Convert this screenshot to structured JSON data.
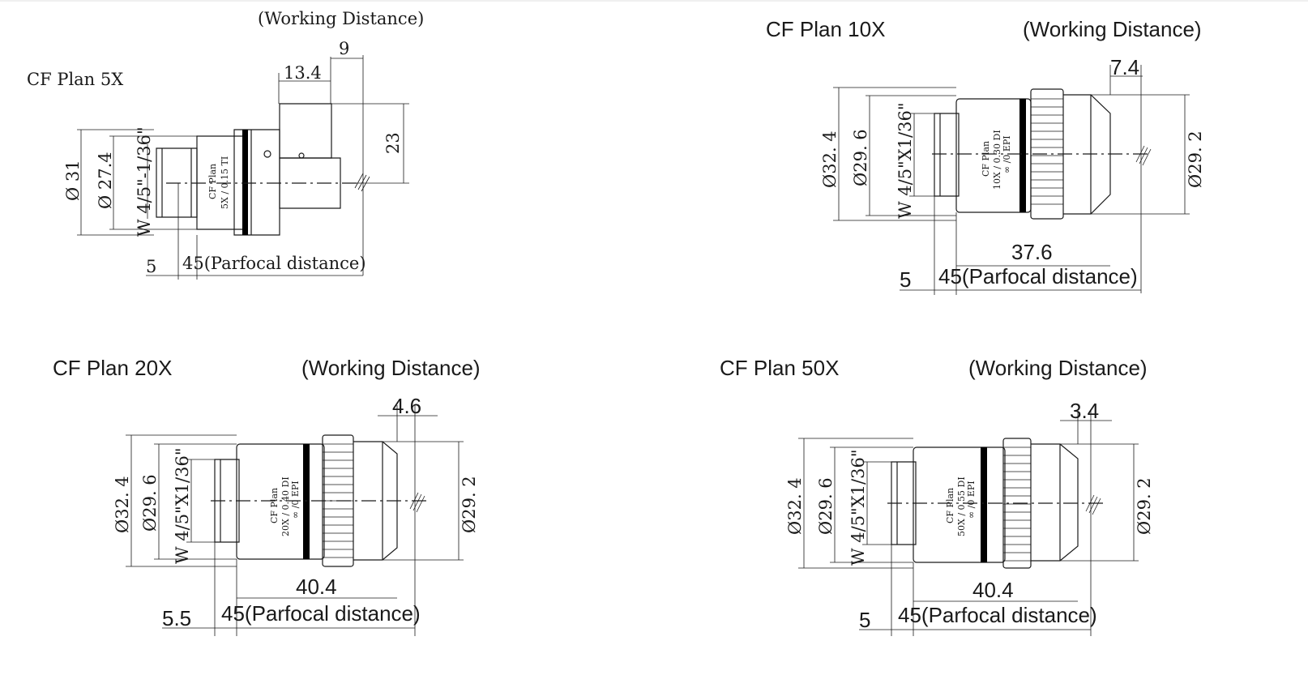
{
  "colors": {
    "ink": "#1a1a1a",
    "background": "#ffffff",
    "band": "#000000"
  },
  "objectives": [
    {
      "id": "5x",
      "title": "CF Plan 5X",
      "working_distance_label": "(Working Distance)",
      "engraving": [
        "CF Plan",
        "5X / 0.15 TI"
      ],
      "dims": {
        "outer_dia": "Ø 31",
        "inner_dia": "Ø 27.4",
        "thread": "W 4/5\"-1/36\"",
        "working_distance": "9",
        "front_length": "13.4",
        "side_height": "23",
        "thread_len": "5",
        "parfocal": "45(Parfocal distance)"
      }
    },
    {
      "id": "10x",
      "title": "CF Plan 10X",
      "working_distance_label": "(Working Distance)",
      "engraving": [
        "CF Plan",
        "10X / 0.30 DI",
        "∞ /0 EPI"
      ],
      "dims": {
        "outer_dia": "Ø32. 4",
        "inner_dia": "Ø29. 6",
        "thread": "W 4/5\"X1/36\"",
        "working_distance": "7.4",
        "front_dia": "Ø29. 2",
        "body_length": "37.6",
        "thread_len": "5",
        "parfocal": "45(Parfocal distance)"
      }
    },
    {
      "id": "20x",
      "title": "CF Plan 20X",
      "working_distance_label": "(Working Distance)",
      "engraving": [
        "CF Plan",
        "20X / 0.40 DI",
        "∞ /0 EPI"
      ],
      "dims": {
        "outer_dia": "Ø32. 4",
        "inner_dia": "Ø29. 6",
        "thread": "W 4/5\"X1/36\"",
        "working_distance": "4.6",
        "front_dia": "Ø29. 2",
        "body_length": "40.4",
        "thread_len": "5.5",
        "parfocal": "45(Parfocal distance)"
      }
    },
    {
      "id": "50x",
      "title": "CF Plan 50X",
      "working_distance_label": "(Working Distance)",
      "engraving": [
        "CF Plan",
        "50X / 0.55 DI",
        "∞ /0 EPI"
      ],
      "dims": {
        "outer_dia": "Ø32. 4",
        "inner_dia": "Ø29. 6",
        "thread": "W 4/5\"X1/36\"",
        "working_distance": "3.4",
        "front_dia": "Ø29. 2",
        "body_length": "40.4",
        "thread_len": "5",
        "parfocal": "45(Parfocal distance)"
      }
    }
  ]
}
